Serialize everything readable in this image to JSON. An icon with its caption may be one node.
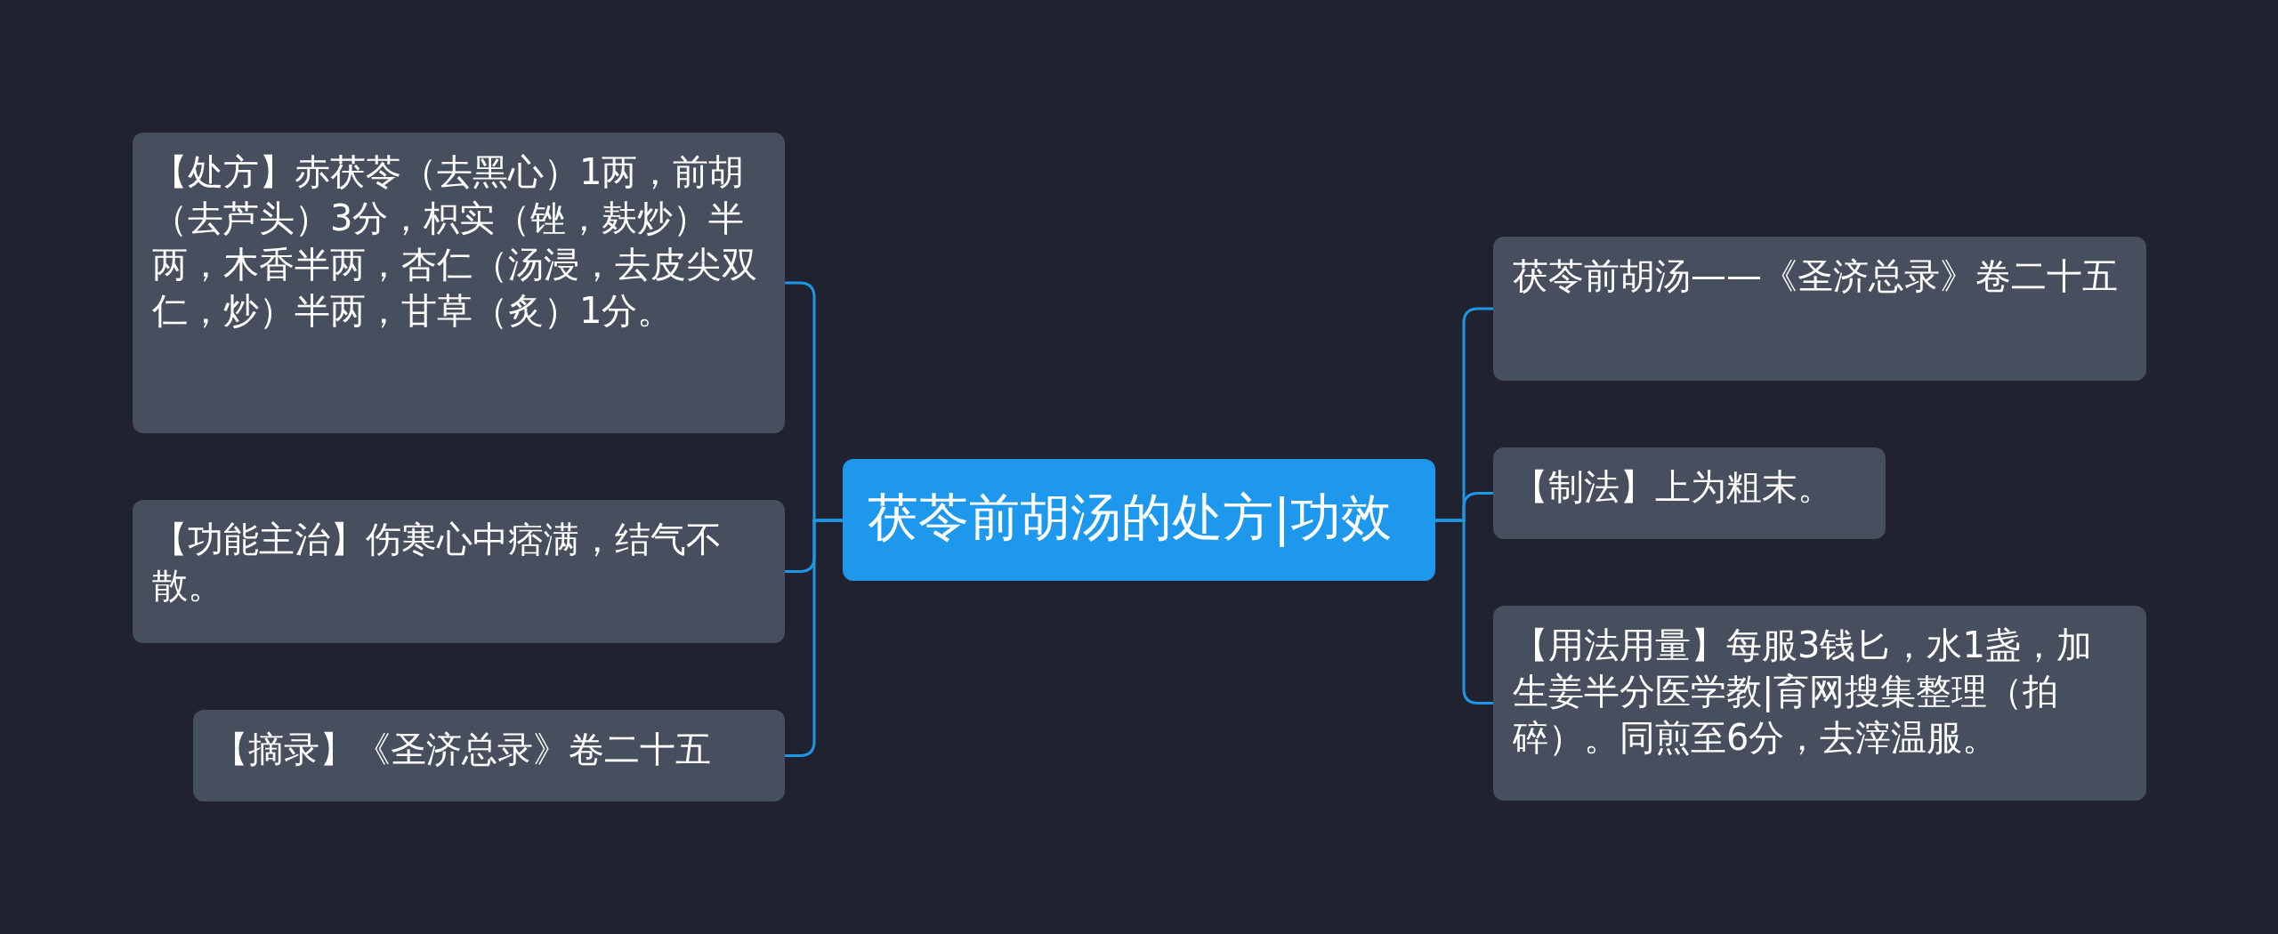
{
  "diagram": {
    "nodes": [
      {
        "text": [
          "茯苓前胡汤的处方|功效"
        ]
      },
      {
        "text": [
          "【处方】赤茯苓（去黑心）1两，前胡（去芦头）3分，枳实（锉，麸炒）半两，木香半两，杏仁（汤浸，去皮尖双仁，炒）半两，甘草（炙）1分。"
        ]
      },
      {
        "text": [
          "【功能主治】伤寒心中痞满，结气不散。"
        ]
      },
      {
        "text": [
          "【摘录】《圣济总录》卷二十五"
        ]
      },
      {
        "text": [
          "茯苓前胡汤——《圣济总录》卷二十五"
        ]
      },
      {
        "text": [
          "【制法】上为粗末。"
        ]
      },
      {
        "text": [
          "【用法用量】每服3钱匕，水1盏，加生姜半分医学教|育网搜集整理（拍碎）。同煎至6分，去滓温服。"
        ]
      }
    ],
    "edges": [
      {
        "from": 0,
        "to": 1,
        "arrow": "none"
      },
      {
        "from": 0,
        "to": 2,
        "arrow": "none"
      },
      {
        "from": 0,
        "to": 3,
        "arrow": "none"
      },
      {
        "from": 0,
        "to": 4,
        "arrow": "none"
      },
      {
        "from": 0,
        "to": 5,
        "arrow": "none"
      },
      {
        "from": 0,
        "to": 6,
        "arrow": "none"
      }
    ]
  }
}
